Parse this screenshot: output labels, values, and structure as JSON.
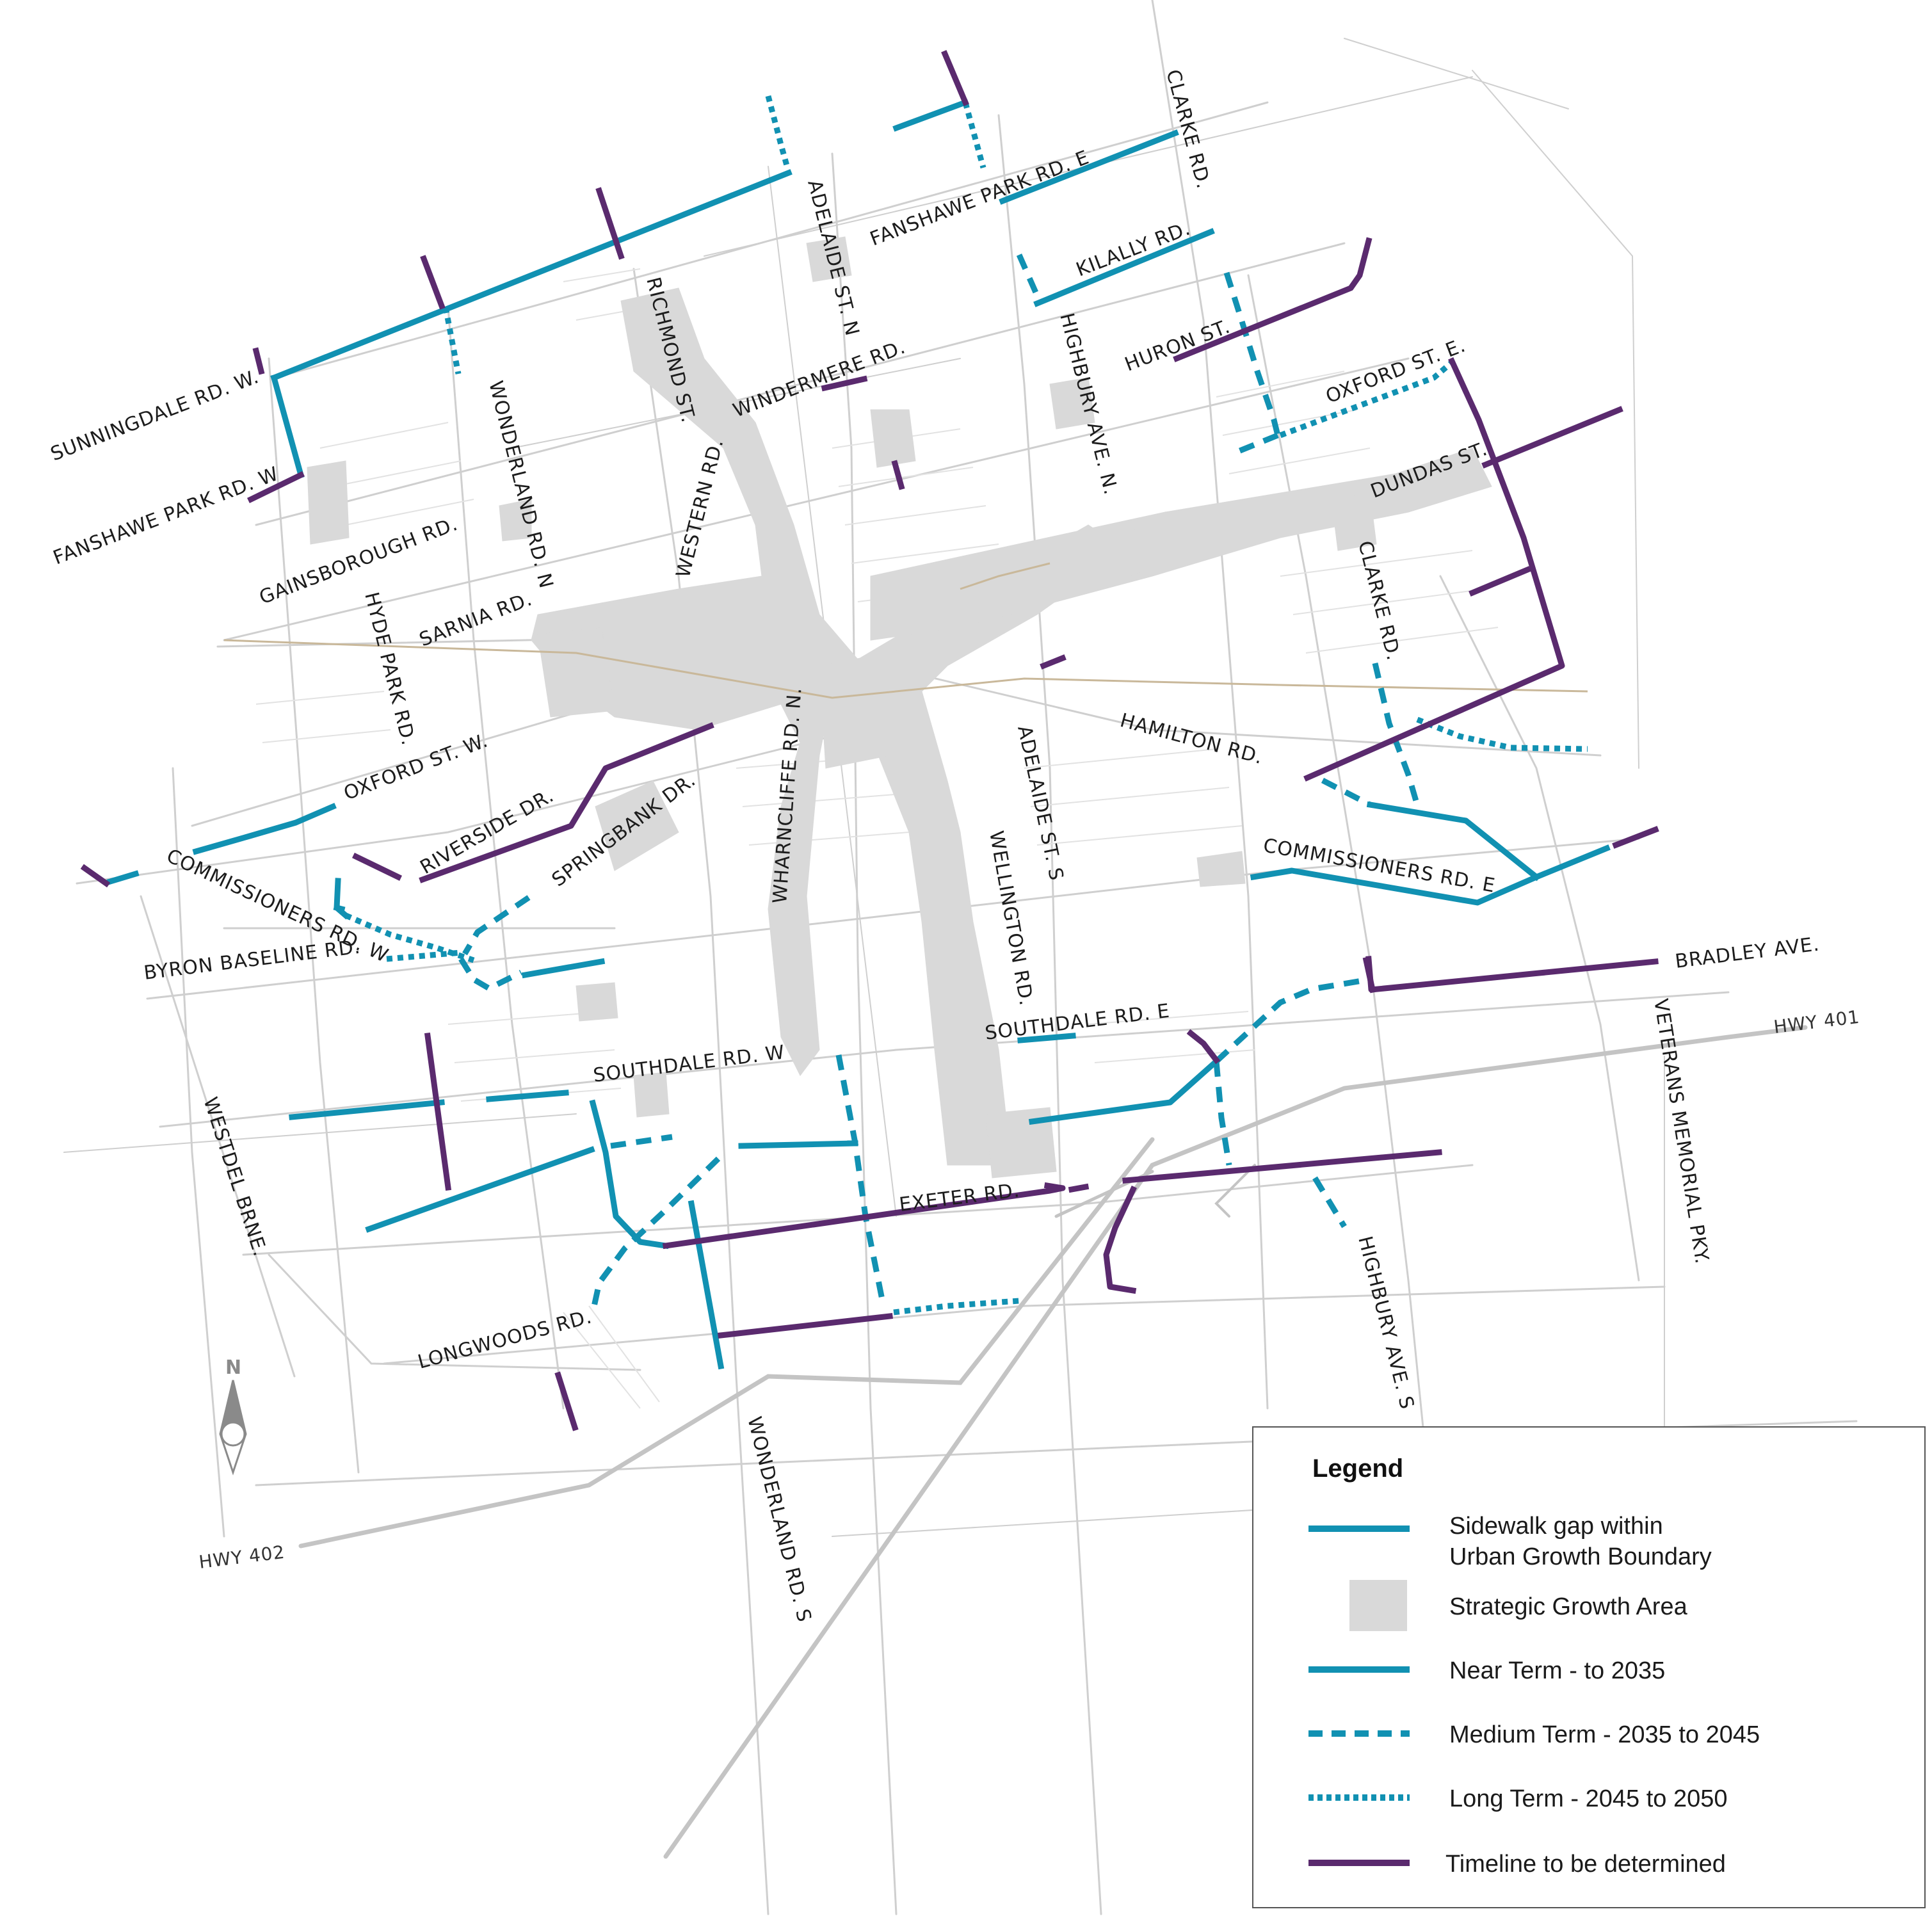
{
  "colors": {
    "sidewalk_gap": "#1191b2",
    "timeline_tbd": "#5a2a6e",
    "strategic_growth_area": "#d9d9d9",
    "road": "#cfcfcf",
    "highway": "#c4c4c4"
  },
  "map": {
    "north_label": "N",
    "road_labels": [
      "CLARKE RD.",
      "FANSHAWE PARK RD. E",
      "ADELAIDE ST. N",
      "KILALLY RD.",
      "RICHMOND ST.",
      "HURON ST.",
      "HIGHBURY AVE. N.",
      "WINDERMERE RD.",
      "OXFORD ST. E.",
      "SUNNINGDALE RD. W.",
      "WONDERLAND RD. N",
      "WESTERN RD.",
      "DUNDAS ST.",
      "FANSHAWE PARK RD. W",
      "GAINSBOROUGH RD.",
      "CLARKE RD.",
      "HYDE PARK RD.",
      "SARNIA RD.",
      "WHARNCLIFFE RD. N.",
      "HAMILTON RD.",
      "OXFORD ST. W.",
      "ADELAIDE ST. S",
      "SPRINGBANK DR.",
      "RIVERSIDE DR.",
      "COMMISSIONERS RD. E",
      "WELLINGTON RD.",
      "COMMISSIONERS RD. W",
      "BYRON BASELINE RD.",
      "BRADLEY AVE.",
      "HWY 401",
      "SOUTHDALE RD. E",
      "SOUTHDALE RD. W",
      "VETERANS MEMORIAL PKY.",
      "WESTDEL BRNE.",
      "EXETER RD.",
      "HIGHBURY AVE. S",
      "LONGWOODS RD.",
      "WONDERLAND RD. S",
      "HWY 402"
    ]
  },
  "legend": {
    "title": "Legend",
    "items": [
      {
        "label_line1": "Sidewalk gap within",
        "label_line2": "Urban Growth Boundary",
        "style": "solid-blue"
      },
      {
        "label_line1": "Strategic Growth Area",
        "label_line2": "",
        "style": "grey-box"
      },
      {
        "label_line1": "Near Term - to 2035",
        "label_line2": "",
        "style": "solid-blue"
      },
      {
        "label_line1": "Medium Term - 2035 to 2045",
        "label_line2": "",
        "style": "dashed-blue"
      },
      {
        "label_line1": "Long Term - 2045 to 2050",
        "label_line2": "",
        "style": "dotted-blue"
      },
      {
        "label_line1": "Timeline to be determined",
        "label_line2": "",
        "style": "solid-purple"
      }
    ]
  }
}
